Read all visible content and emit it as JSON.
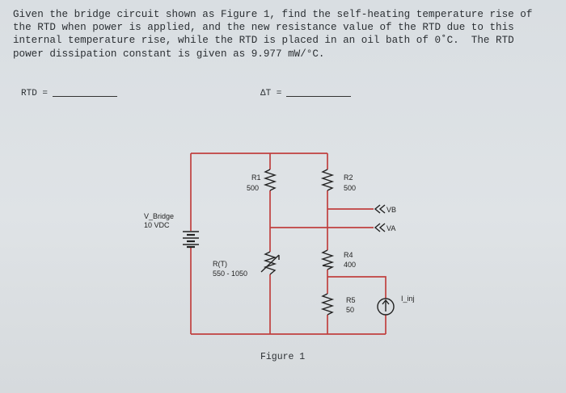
{
  "problem": {
    "lines": [
      "Given the bridge circuit shown as Figure 1, find the self-heating temperature rise of",
      "the RTD when power is applied, and the new resistance value of the RTD due to this",
      "internal temperature rise, while the RTD is placed in an oil bath of 0˚C.  The RTD",
      "power dissipation constant is given as 9.977 mW/°C."
    ]
  },
  "answers": {
    "rtd_label": "RTD =",
    "delta_t_label": "ΔT ="
  },
  "circuit": {
    "source_name": "V_Bridge",
    "source_value": "10 VDC",
    "r1_name": "R1",
    "r1_value": "500",
    "r2_name": "R2",
    "r2_value": "500",
    "rt_name": "R(T)",
    "rt_value": "550 - 1050",
    "r4_name": "R4",
    "r4_value": "400",
    "r5_name": "R5",
    "r5_value": "50",
    "vb_label": "VB",
    "va_label": "VA",
    "current_source_label": "I_inj"
  },
  "figure_caption": "Figure 1"
}
